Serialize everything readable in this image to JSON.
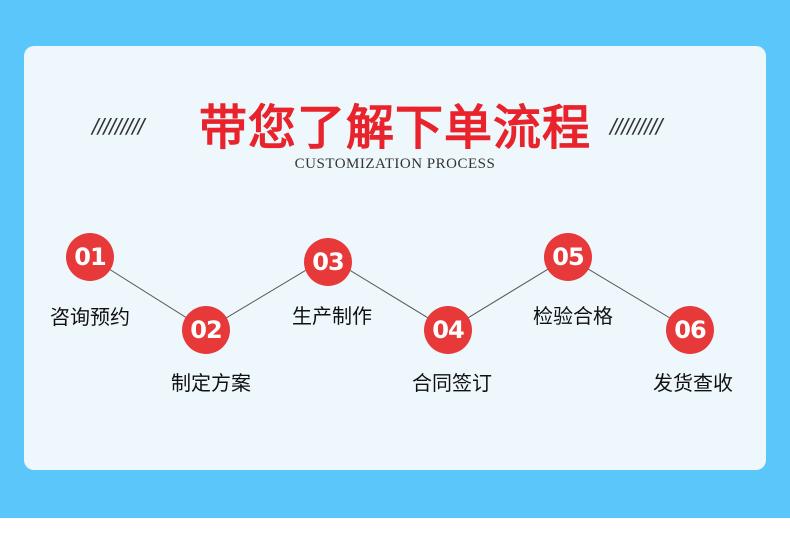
{
  "title": "带您了解下单流程",
  "subtitle": "CUSTOMIZATION PROCESS",
  "decoration": {
    "slashes": "/////////"
  },
  "colors": {
    "accent": "#e8393a",
    "title": "#e8232b",
    "band": "#5bc6fa",
    "card": "#eef8fc"
  },
  "steps": [
    {
      "number": "01",
      "label": "咨询预约"
    },
    {
      "number": "02",
      "label": "制定方案"
    },
    {
      "number": "03",
      "label": "生产制作"
    },
    {
      "number": "04",
      "label": "合同签订"
    },
    {
      "number": "05",
      "label": "检验合格"
    },
    {
      "number": "06",
      "label": "发货查收"
    }
  ]
}
